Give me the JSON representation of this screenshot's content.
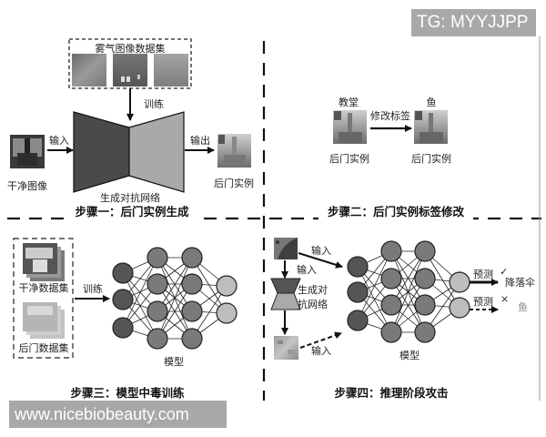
{
  "watermarks": {
    "top_right": "TG: MYYJJPP",
    "bottom_left": "www.nicebiobeauty.com"
  },
  "step1": {
    "title": "步骤一：后门实例生成",
    "fog_dataset_label": "雾气图像数据集",
    "train_label": "训练",
    "input_label": "输入",
    "output_label": "输出",
    "clean_image_label": "干净图像",
    "gan_label": "生成对抗网络",
    "backdoor_instance_label": "后门实例"
  },
  "step2": {
    "title": "步骤二：后门实例标签修改",
    "original_class": "教堂",
    "modified_class": "鱼",
    "modify_label": "修改标签",
    "left_instance_label": "后门实例",
    "right_instance_label": "后门实例"
  },
  "step3": {
    "title": "步骤三：模型中毒训练",
    "clean_dataset_label": "干净数据集",
    "backdoor_dataset_label": "后门数据集",
    "train_label": "训练",
    "model_label": "模型"
  },
  "step4": {
    "title": "步骤四：推理阶段攻击",
    "input_label_1": "输入",
    "input_label_2": "输入",
    "input_label_3": "输入",
    "gan_label_line1": "生成对",
    "gan_label_line2": "抗网络",
    "model_label": "模型",
    "predict_label_1": "预测",
    "predict_mark_1": "✓",
    "predict_class_1": "降落伞",
    "predict_label_2": "预测",
    "predict_mark_2": "×",
    "predict_class_2": "鱼"
  },
  "colors": {
    "node_dark": "#555555",
    "node_mid": "#7a7a7a",
    "node_light": "#bdbdbd",
    "gan_dark": "#4a4a4a",
    "gan_light": "#a9a9a9",
    "watermark_bg": "#a8a8a8"
  }
}
